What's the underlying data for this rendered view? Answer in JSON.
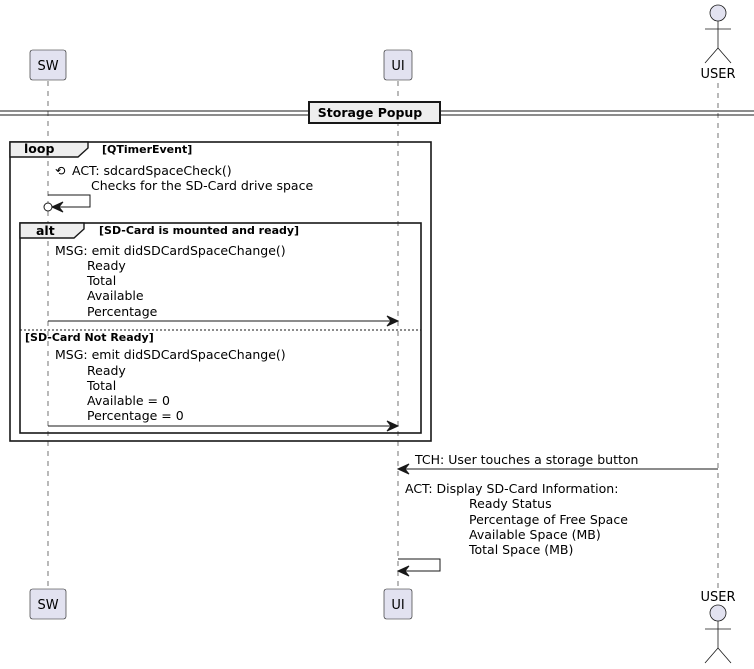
{
  "participants": {
    "sw": "SW",
    "ui": "UI",
    "user": "USER"
  },
  "divider": "Storage Popup",
  "loop": {
    "keyword": "loop",
    "condition": "[QTimerEvent]",
    "self_message": {
      "label": "ACT: sdcardSpaceCheck()",
      "note": "Checks for the SD-Card drive space"
    },
    "alt": {
      "keyword": "alt",
      "condition1": "[SD-Card is mounted and ready]",
      "message1": [
        "MSG: emit didSDCardSpaceChange()",
        "Ready",
        "Total",
        "Available",
        "Percentage"
      ],
      "condition2": "[SD-Card Not Ready]",
      "message2": [
        "MSG: emit didSDCardSpaceChange()",
        "Ready",
        "Total",
        "Available = 0",
        "Percentage = 0"
      ]
    }
  },
  "touch_message": "TCH: User touches a storage button",
  "display_message": [
    "ACT: Display SD-Card Information:",
    "Ready Status",
    "Percentage of Free Space",
    "Available Space (MB)",
    "Total Space (MB)"
  ],
  "colors": {
    "participant_fill": "#E2E2F0",
    "line": "#181818",
    "tab_fill": "#EEEEEE"
  }
}
